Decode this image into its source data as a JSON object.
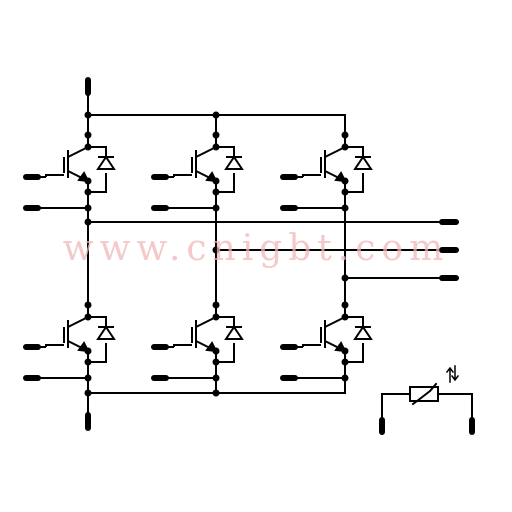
{
  "watermark": "www.cnigbt.com",
  "colors": {
    "line": "#000000",
    "background": "#ffffff",
    "watermark": "#f0b8b8"
  },
  "circuit": {
    "type": "three-phase IGBT inverter bridge with NTC thermistor",
    "modules": [
      {
        "name": "igbt-high-1",
        "position": "upper",
        "column": 1
      },
      {
        "name": "igbt-high-2",
        "position": "upper",
        "column": 2
      },
      {
        "name": "igbt-high-3",
        "position": "upper",
        "column": 3
      },
      {
        "name": "igbt-low-1",
        "position": "lower",
        "column": 1
      },
      {
        "name": "igbt-low-2",
        "position": "lower",
        "column": 2
      },
      {
        "name": "igbt-low-3",
        "position": "lower",
        "column": 3
      }
    ],
    "outputs": [
      "phase-1",
      "phase-2",
      "phase-3"
    ],
    "thermistor": "ntc"
  }
}
